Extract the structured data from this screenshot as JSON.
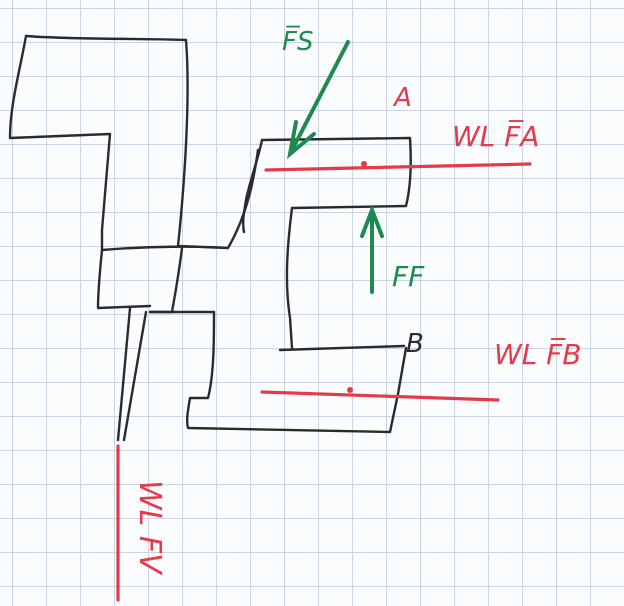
{
  "labels": {
    "fs": "F̅S",
    "a": "A",
    "wl_fa": "WL F̅A",
    "ff": "FF",
    "b": "B",
    "wl_fb": "WL F̅B",
    "wl_fv": "WL FV"
  },
  "colors": {
    "ink": "#2b2b2b",
    "red": "#e53a4a",
    "green": "#1f8a4f",
    "grid": "#c9d4e6"
  }
}
